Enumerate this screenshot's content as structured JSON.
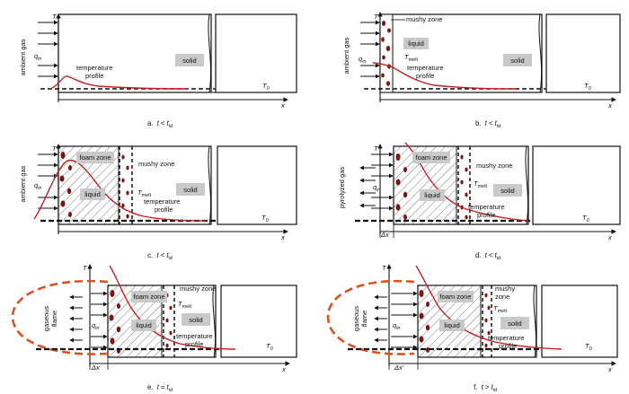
{
  "panels": [
    {
      "caption_prefix": "a.",
      "caption_t": "t",
      "caption_rel": "<",
      "caption_sub": "id",
      "labels": {
        "axis_t": "T",
        "axis_x": "x",
        "q": "q",
        "q_sub": "in",
        "side": "ambient gas",
        "solid": "solid",
        "temp1": "temperature",
        "temp2": "profile",
        "t0": "T",
        "t0_sub": "0"
      }
    },
    {
      "caption_prefix": "b.",
      "caption_t": "t",
      "caption_rel": "<",
      "caption_sub": "id",
      "labels": {
        "axis_t": "T",
        "axis_x": "x",
        "q": "q",
        "q_sub": "in",
        "side": "ambient gas",
        "mushy": "mushy zone",
        "liquid": "liquid",
        "tmelt": "T",
        "tmelt_sub": "melt",
        "solid": "solid",
        "temp1": "temperature",
        "temp2": "profile",
        "t0": "T",
        "t0_sub": "0"
      }
    },
    {
      "caption_prefix": "c.",
      "caption_t": "t",
      "caption_rel": "<",
      "caption_sub": "id",
      "labels": {
        "axis_t": "T",
        "axis_x": "x",
        "q": "q",
        "q_sub": "in",
        "side": "ambient gas",
        "foam": "foam zone",
        "mushy": "mushy zone",
        "liquid": "liquid",
        "tmelt": "T",
        "tmelt_sub": "melt",
        "solid": "solid",
        "temp1": "temperature",
        "temp2": "profile",
        "t0": "T",
        "t0_sub": "0"
      }
    },
    {
      "caption_prefix": "d.",
      "caption_t": "t",
      "caption_rel": "<",
      "caption_sub": "id",
      "labels": {
        "axis_t": "T",
        "axis_x": "x",
        "q": "q",
        "q_sub": "in",
        "side": "pyrolyzed gas",
        "foam": "foam zone",
        "mushy": "mushy zone",
        "liquid": "liquid",
        "tmelt": "T",
        "tmelt_sub": "melt",
        "solid": "solid",
        "temp1": "temperature",
        "temp2": "profile",
        "t0": "T",
        "t0_sub": "0",
        "dx": "Δx"
      }
    },
    {
      "caption_prefix": "e.",
      "caption_t": "t",
      "caption_rel": "=",
      "caption_sub": "id",
      "labels": {
        "axis_t": "T",
        "axis_x": "x",
        "q": "q",
        "q_sub": "in",
        "flame1": "gaseous",
        "flame2": "flame",
        "foam": "foam zone",
        "mushy": "mushy zone",
        "liquid": "liquid",
        "tmelt": "T",
        "tmelt_sub": "melt",
        "solid": "solid",
        "temp1": "temperature",
        "temp2": "profile",
        "t0": "T",
        "t0_sub": "0",
        "dx": "Δx"
      }
    },
    {
      "caption_prefix": "f.",
      "caption_t": "t",
      "caption_rel": ">",
      "caption_sub": "id",
      "labels": {
        "axis_t": "T",
        "axis_x": "x",
        "q": "q",
        "q_sub": "in",
        "flame1": "gaseous",
        "flame2": "flame",
        "foam": "foam zone",
        "mushy": "mushy",
        "mushy2": "zone",
        "liquid": "liquid",
        "tmelt": "T",
        "tmelt_sub": "melt",
        "solid": "solid",
        "temp1": "temperature",
        "temp2": "profile",
        "t0": "T",
        "t0_sub": "0",
        "dx": "Δx'"
      }
    }
  ],
  "colors": {
    "profile": "#c0201f",
    "flame": "#d9531e",
    "tag": "#c9c9c9",
    "bubble": "#7a1512"
  }
}
